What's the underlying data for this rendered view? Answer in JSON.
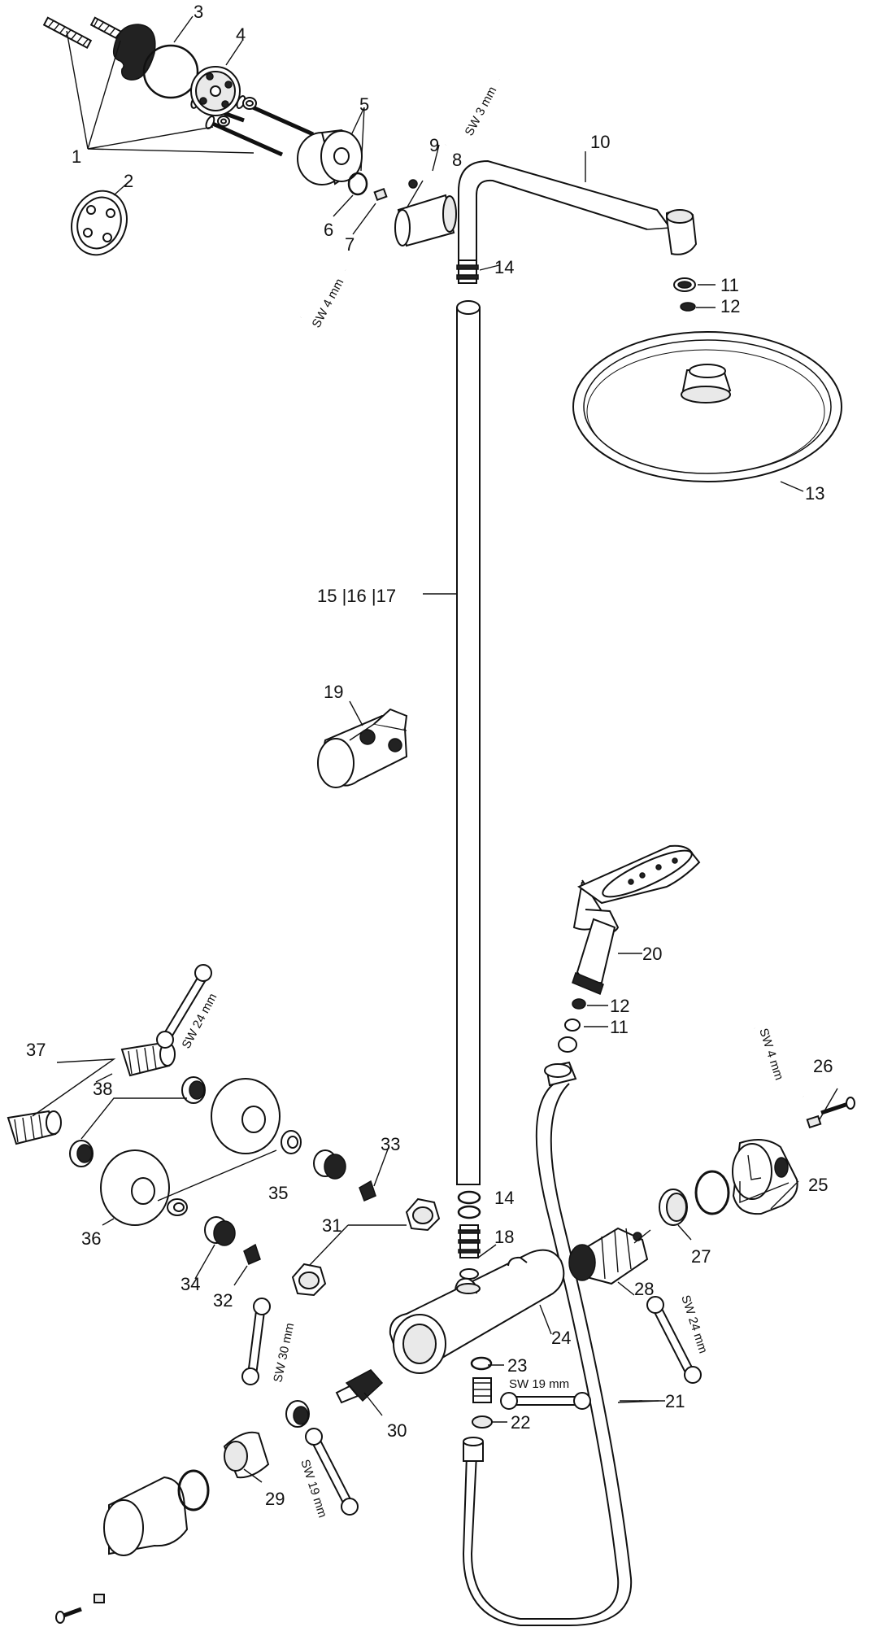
{
  "callouts": {
    "c1": "1",
    "c2": "2",
    "c3": "3",
    "c4": "4",
    "c5": "5",
    "c6": "6",
    "c7": "7",
    "c8": "8",
    "c9": "9",
    "c10": "10",
    "c11a": "11",
    "c12a": "12",
    "c13": "13",
    "c14a": "14",
    "c15": "15 |16 |17",
    "c19": "19",
    "c20": "20",
    "c12b": "12",
    "c11b": "11",
    "c37": "37",
    "c38": "38",
    "c26": "26",
    "c33": "33",
    "c35": "35",
    "c36": "36",
    "c14b": "14",
    "c31": "31",
    "c18": "18",
    "c34": "34",
    "c32": "32",
    "c24": "24",
    "c28": "28",
    "c27": "27",
    "c25": "25",
    "c23": "23",
    "c22": "22",
    "c30": "30",
    "c29": "29",
    "c21": "21"
  },
  "tools": {
    "sw3": "SW 3 mm",
    "sw4a": "SW 4 mm",
    "sw4b": "SW 4 mm",
    "sw24a": "SW 24 mm",
    "sw24b": "SW 24 mm",
    "sw30": "SW 30 mm",
    "sw19a": "SW 19 mm",
    "sw19b": "SW 19 mm"
  }
}
